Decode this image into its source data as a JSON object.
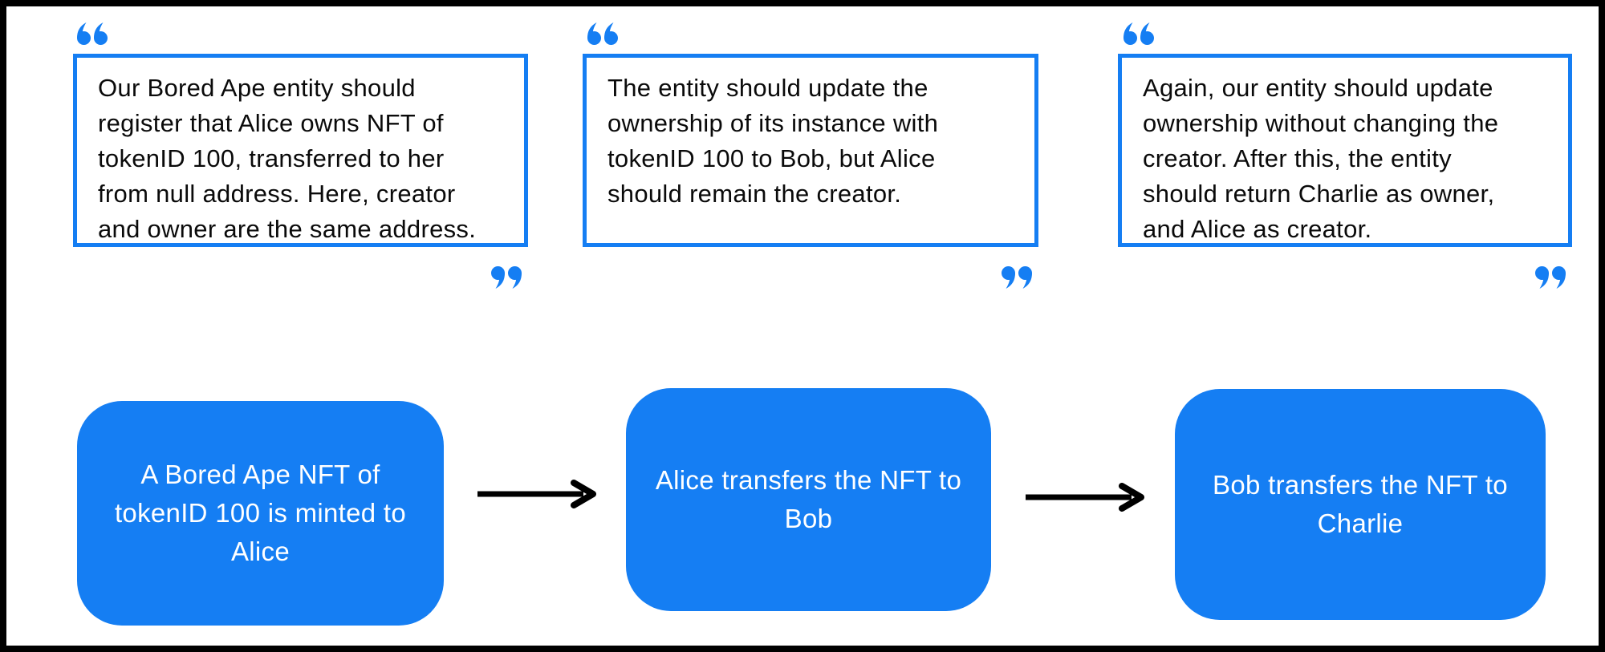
{
  "diagram": {
    "title": "NFT ownership flow diagram",
    "accent_blue": "#157EF3",
    "frame_border_color": "#000000",
    "background": "#ffffff",
    "text_color": "#0a0a0a"
  },
  "quotes": [
    {
      "text": "Our Bored Ape entity should\nregister that Alice owns NFT of\ntokenID 100, transferred to her\nfrom null address. Here, creator\nand owner are the same address."
    },
    {
      "text": "The entity should update the\nownership of its instance with\ntokenID 100 to Bob, but Alice\nshould remain the creator."
    },
    {
      "text": "Again, our entity should update\nownership without changing the\ncreator. After this, the entity\nshould return Charlie as owner,\nand Alice as creator."
    }
  ],
  "flow_steps": [
    {
      "label": "A Bored Ape NFT of\ntokenID 100 is minted to\nAlice"
    },
    {
      "label": "Alice transfers the NFT to\nBob"
    },
    {
      "label": "Bob transfers the NFT to\nCharlie"
    }
  ]
}
